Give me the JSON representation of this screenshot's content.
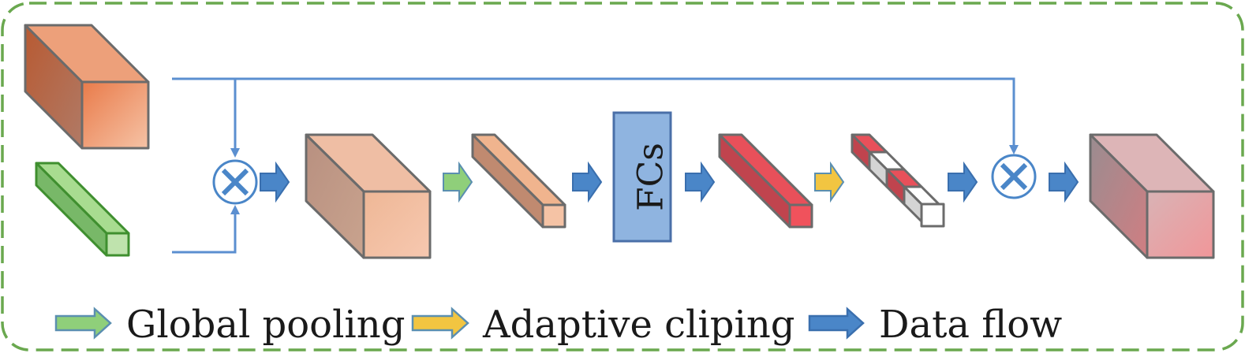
{
  "colors": {
    "frame": "#6aa84f",
    "data_flow": "#4a86c8",
    "line": "#5b8fd0",
    "global_pooling": "#8fcf7a",
    "adaptive_clipping": "#f2c541",
    "fcs_box": "#8fb4e0",
    "edge": "#6b6b6b"
  },
  "fcs_label": "FCs",
  "legend": {
    "global_pooling": "Global pooling",
    "adaptive_clipping": "Adaptive cliping",
    "data_flow": "Data flow"
  }
}
